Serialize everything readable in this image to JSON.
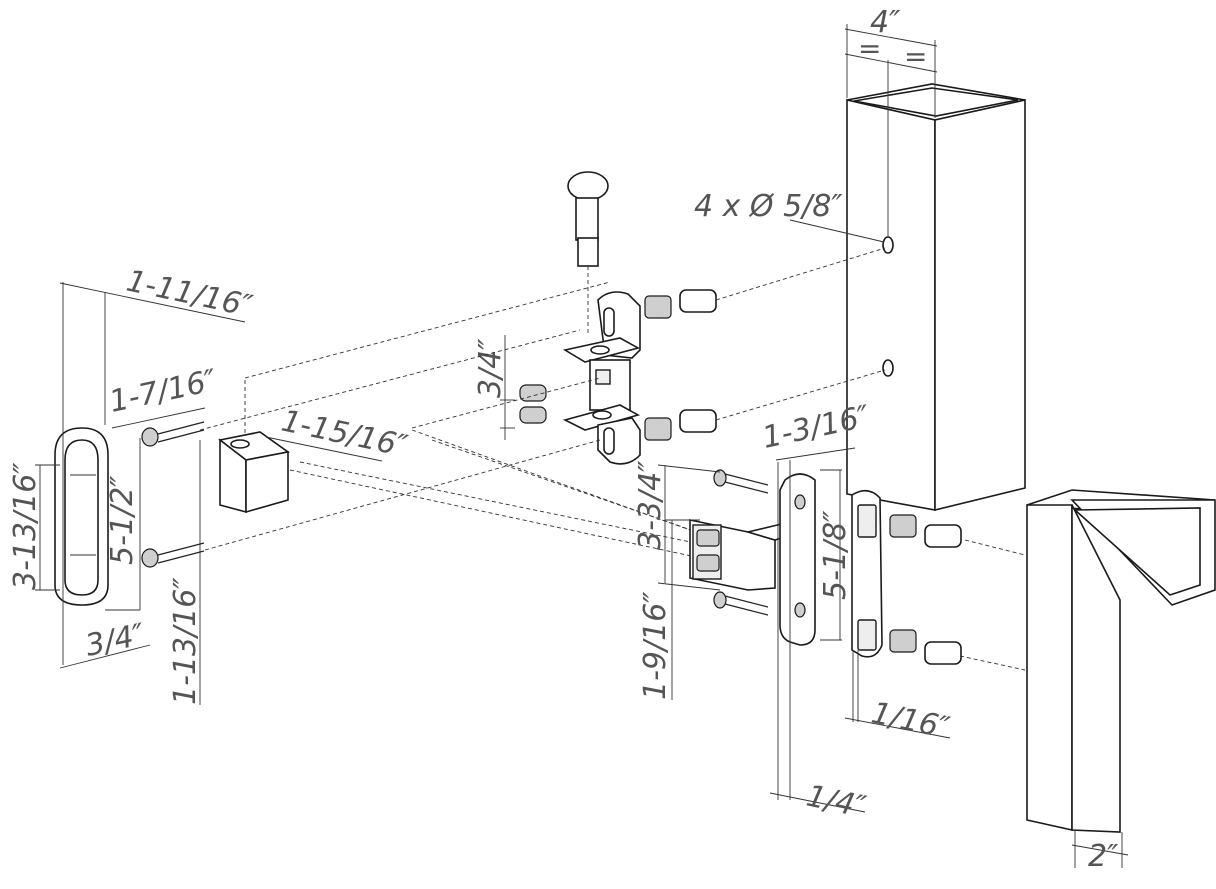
{
  "dimensions": {
    "post_width": "4″",
    "equal_left": "=",
    "equal_right": "=",
    "holes": "4 x Ø 5/8″",
    "top_width": "1-11/16″",
    "pin_offset": "1-7/16″",
    "body_width": "1-15/16″",
    "bolt_spacing": "3/4″",
    "cap_height": "3-13/16″",
    "screw_spacing": "5-1/2″",
    "cap_depth": "3/4″",
    "body_height": "1-13/16″",
    "plate_width": "1-3/16″",
    "plate_offset": "3-3/4″",
    "plate_height": "5-1/8″",
    "lower_height": "1-9/16″",
    "spacer": "1/16″",
    "plate_thickness": "1/4″",
    "gate_width": "2″"
  }
}
